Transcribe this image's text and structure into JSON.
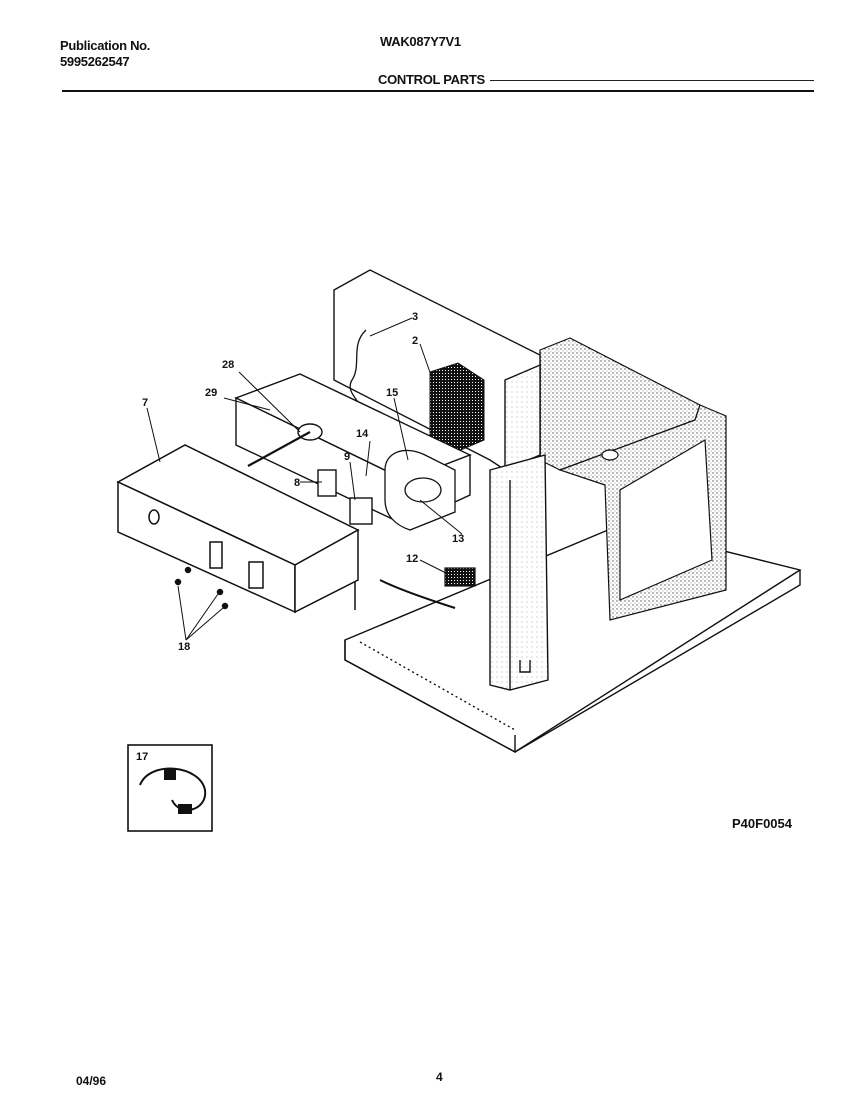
{
  "header": {
    "publication_label": "Publication No.",
    "publication_number": "5995262547",
    "model_number": "WAK087Y7V1",
    "section_title": "CONTROL PARTS"
  },
  "callouts": [
    "2",
    "3",
    "7",
    "8",
    "9",
    "12",
    "13",
    "14",
    "15",
    "17",
    "18",
    "28",
    "29"
  ],
  "footer": {
    "date": "04/96",
    "page": "4",
    "drawing_code": "P40F0054"
  }
}
